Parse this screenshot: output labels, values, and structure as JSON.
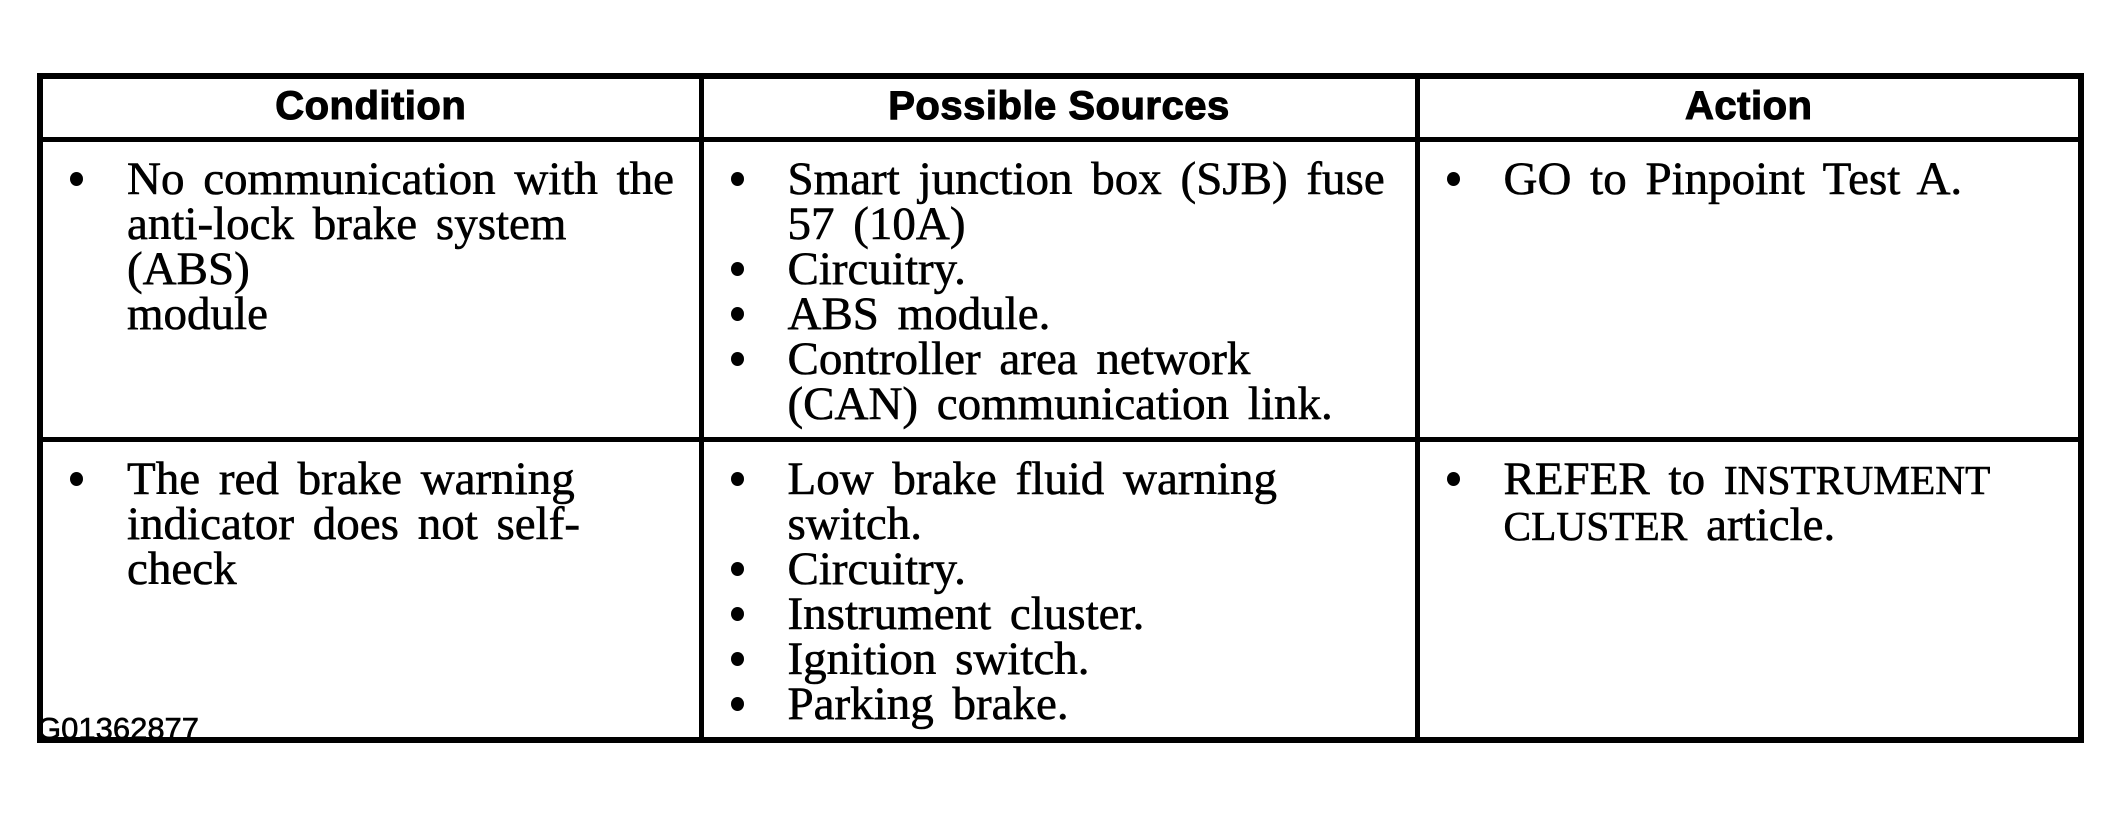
{
  "page": {
    "background": "#ffffff",
    "text_color": "#000000"
  },
  "figure_label": "G01362877",
  "table": {
    "headers": [
      {
        "label": "Condition"
      },
      {
        "label": "Possible Sources"
      },
      {
        "label": "Action"
      }
    ],
    "rows": [
      {
        "condition": {
          "lines": [
            "No communication with the",
            "anti-lock brake system (ABS)",
            "module"
          ]
        },
        "sources": [
          {
            "lines": [
              "Smart junction box (SJB) fuse",
              "57 (10A)"
            ]
          },
          {
            "lines": [
              "Circuitry."
            ]
          },
          {
            "lines": [
              "ABS module."
            ]
          },
          {
            "lines": [
              "Controller area network",
              "(CAN) communication link."
            ]
          }
        ],
        "action": {
          "lines": [
            "GO to Pinpoint Test A."
          ]
        }
      },
      {
        "condition": {
          "lines": [
            "The red brake warning",
            "indicator does not self-check"
          ]
        },
        "sources": [
          {
            "lines": [
              "Low brake fluid warning",
              "switch."
            ]
          },
          {
            "lines": [
              "Circuitry."
            ]
          },
          {
            "lines": [
              "Instrument cluster."
            ]
          },
          {
            "lines": [
              "Ignition switch."
            ]
          },
          {
            "lines": [
              "Parking brake."
            ]
          }
        ],
        "action": {
          "line1_normal": "REFER to ",
          "line1_small": "INSTRUMENT",
          "line2_small": "CLUSTER",
          "line2_normal": " article."
        }
      }
    ]
  }
}
